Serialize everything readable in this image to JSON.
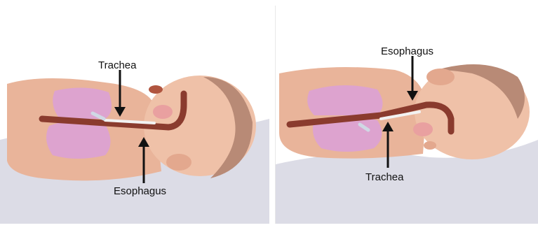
{
  "panels": [
    {
      "position": "back-sleeping",
      "labels": {
        "top": "Trachea",
        "bottom": "Esophagus"
      }
    },
    {
      "position": "stomach-sleeping",
      "labels": {
        "top": "Esophagus",
        "bottom": "Trachea"
      }
    }
  ],
  "colors": {
    "skin": "#e9b49a",
    "skin_shadow": "#c98a72",
    "lung": "#dda3cf",
    "airway": "#8a3b2e",
    "blanket": "#dcdce6",
    "hair": "#b88a76",
    "arrow": "#111111"
  }
}
